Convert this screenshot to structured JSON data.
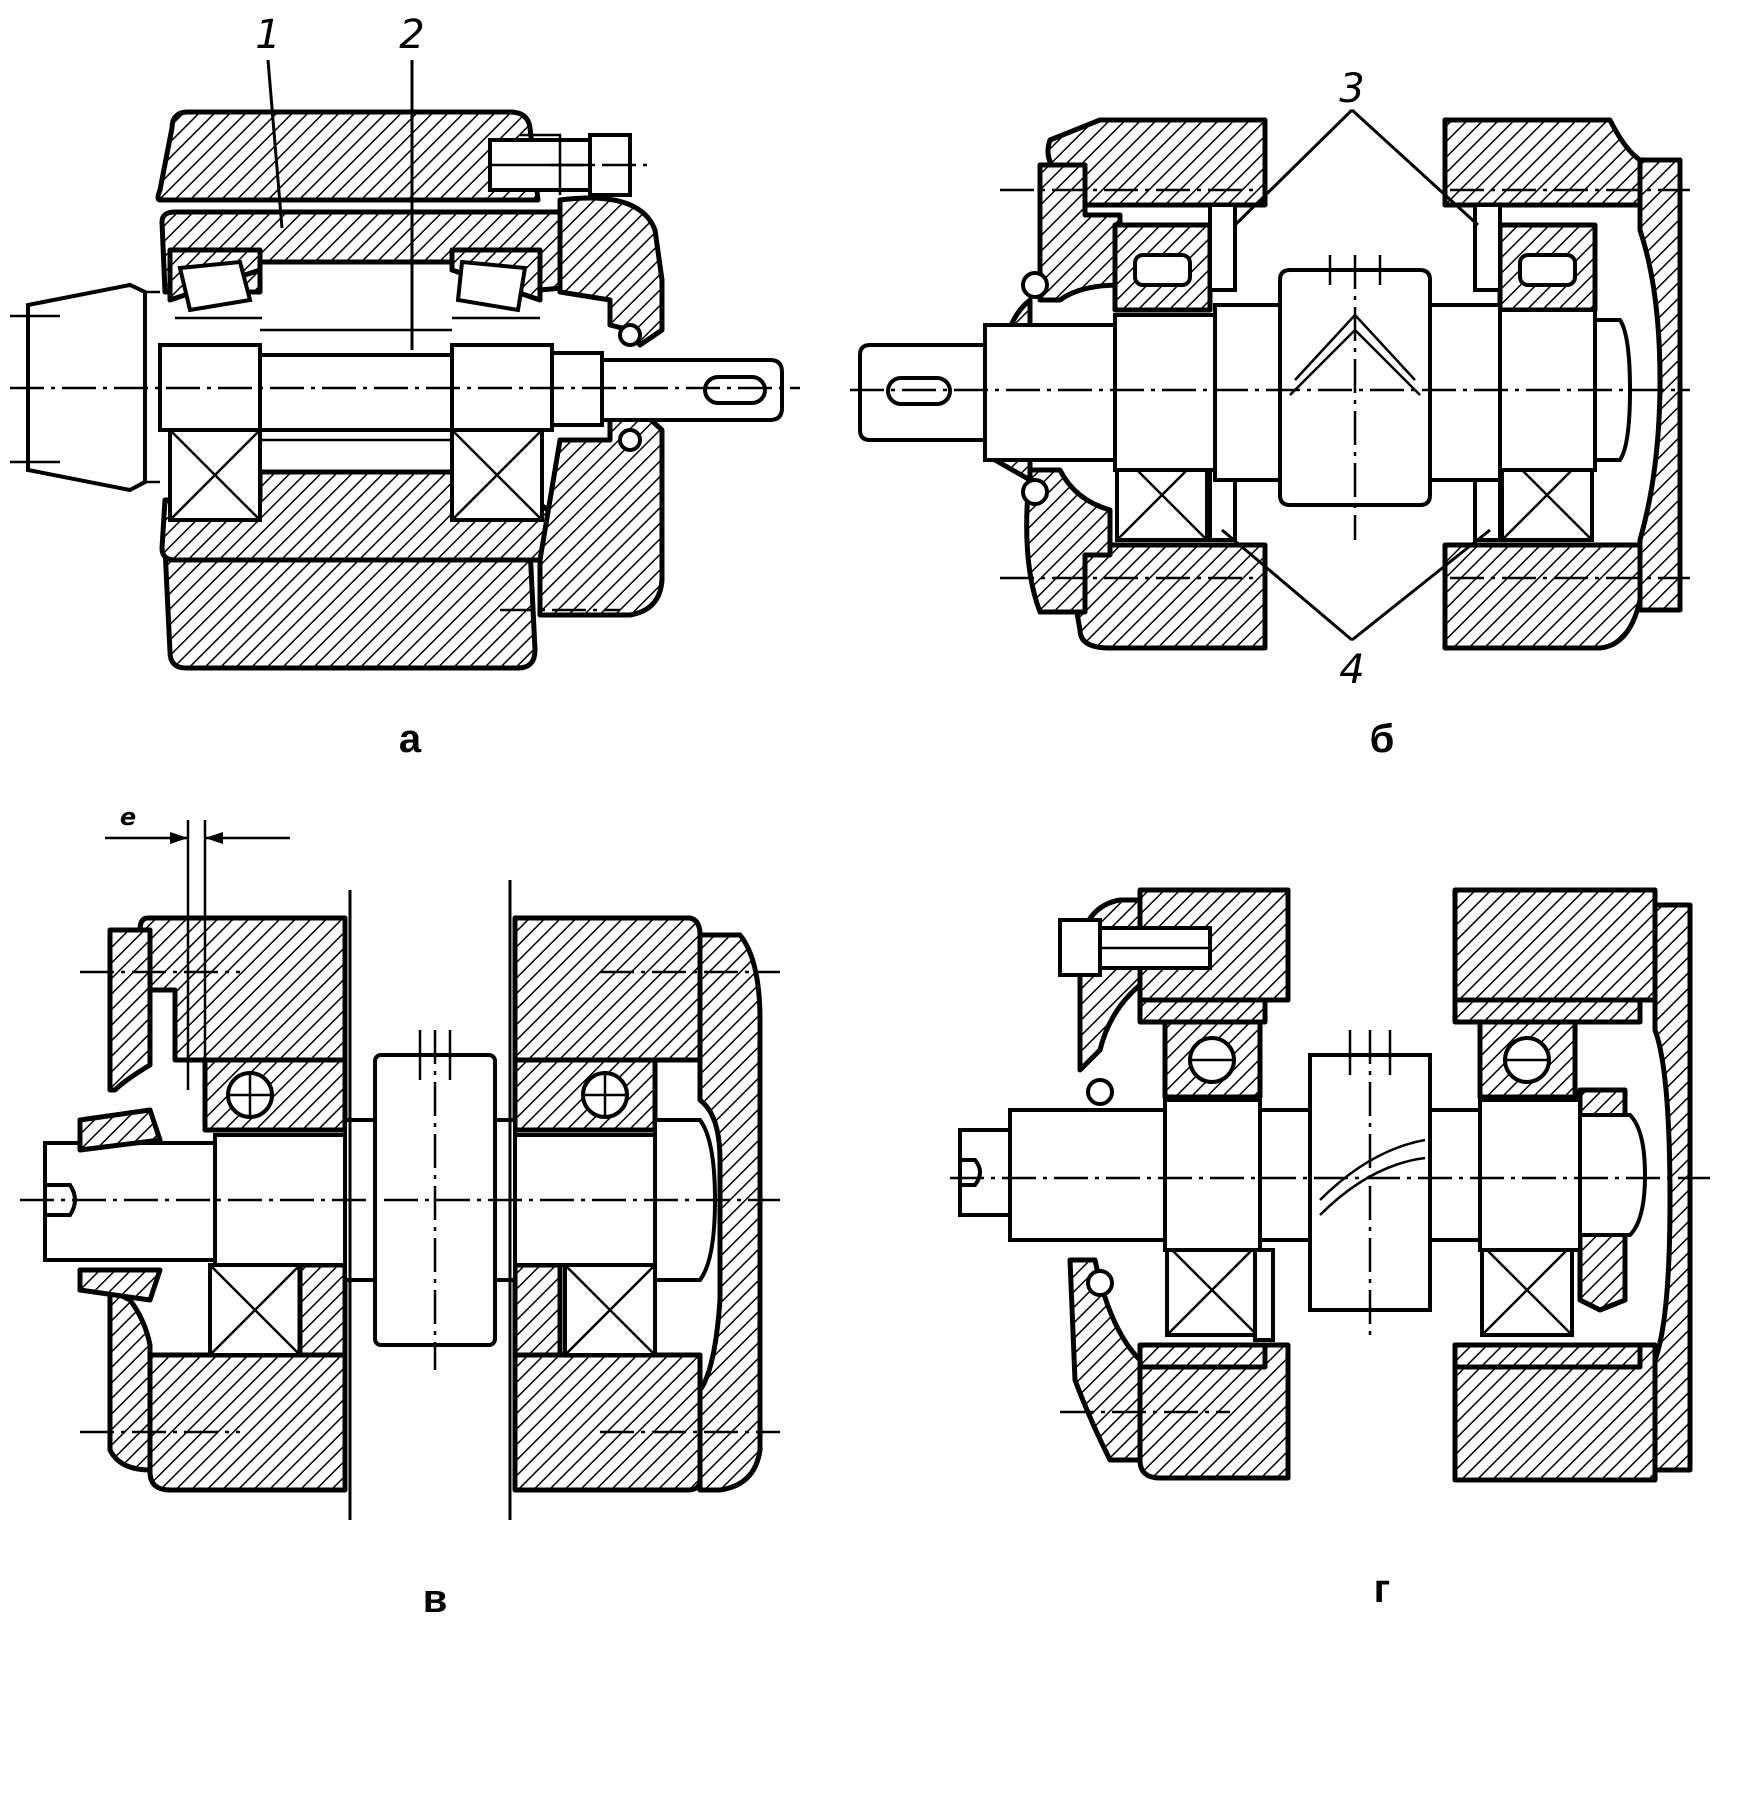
{
  "panels": [
    {
      "key": "a",
      "caption": "а"
    },
    {
      "key": "b",
      "caption": "б"
    },
    {
      "key": "v",
      "caption": "в"
    },
    {
      "key": "g",
      "caption": "г"
    }
  ],
  "callouts": {
    "n1": "1",
    "n2": "2",
    "n3": "3",
    "n4": "4",
    "gap": "e"
  },
  "drawing": {
    "line_color": "#000000",
    "background": "#ffffff",
    "section_fill": "diagonal-hatch",
    "icons": [
      "bearing-cross-icon",
      "ball-bearing-icon",
      "tapered-roller-icon",
      "gear-teeth-icon"
    ]
  }
}
